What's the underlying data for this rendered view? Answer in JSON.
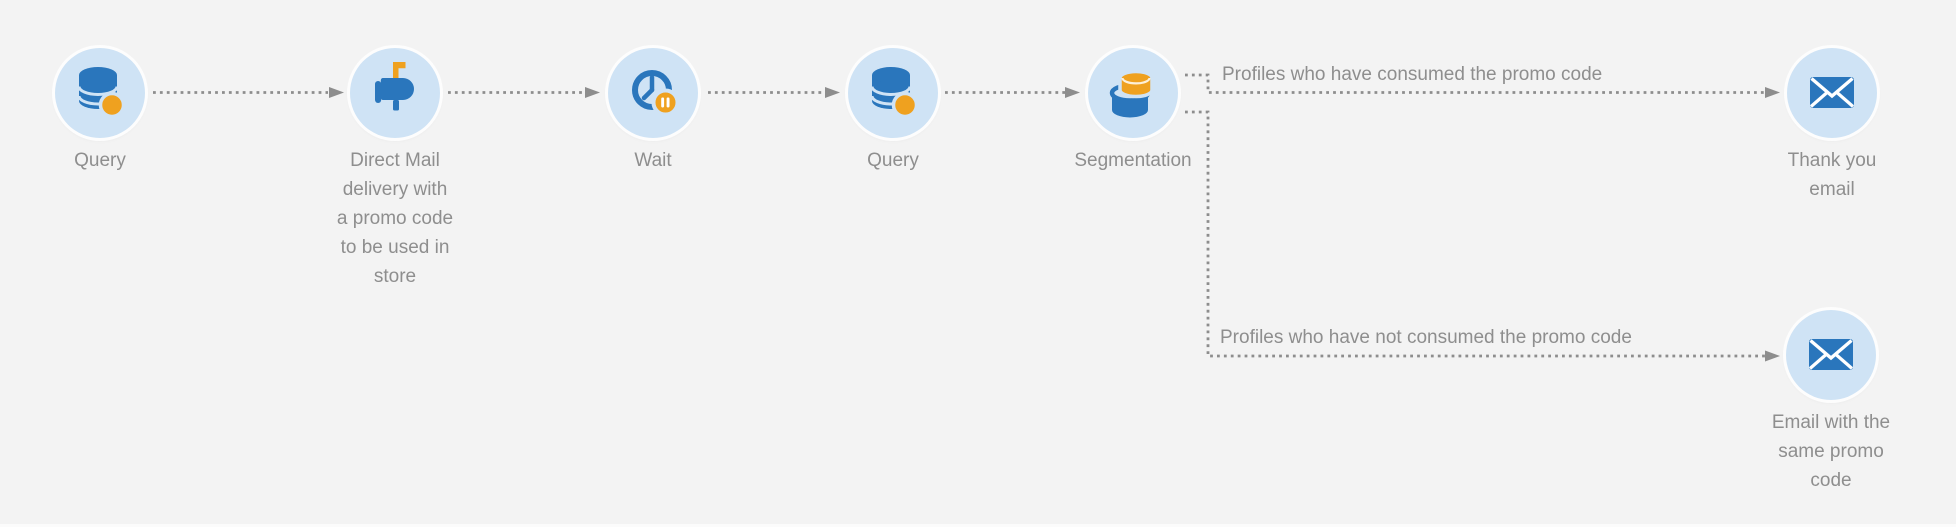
{
  "diagram": {
    "kind": "marketing-campaign-workflow",
    "colors": {
      "background": "#f3f3f3",
      "node_fill": "#cfe3f5",
      "node_ring": "#fdfdfd",
      "icon_blue": "#2a76bc",
      "icon_orange": "#efa11f",
      "connector_gray": "#8d8d8d",
      "label_gray": "#8e8e8e"
    },
    "nodes": [
      {
        "id": "query-1",
        "label": "Query",
        "icon": "database-query-icon"
      },
      {
        "id": "direct-mail",
        "label": "Direct Mail\ndelivery with\na promo code\nto be used in\nstore",
        "icon": "mailbox-icon"
      },
      {
        "id": "wait",
        "label": "Wait",
        "icon": "clock-pause-icon"
      },
      {
        "id": "query-2",
        "label": "Query",
        "icon": "database-query-icon"
      },
      {
        "id": "segmentation",
        "label": "Segmentation",
        "icon": "segmentation-cylinders-icon"
      },
      {
        "id": "thank-you-email",
        "label": "Thank you\nemail",
        "icon": "envelope-icon"
      },
      {
        "id": "email-same-promo",
        "label": "Email with the\nsame promo\ncode",
        "icon": "envelope-icon"
      }
    ],
    "transitions": [
      {
        "from": "query-1",
        "to": "direct-mail",
        "label": ""
      },
      {
        "from": "direct-mail",
        "to": "wait",
        "label": ""
      },
      {
        "from": "wait",
        "to": "query-2",
        "label": ""
      },
      {
        "from": "query-2",
        "to": "segmentation",
        "label": ""
      },
      {
        "from": "segmentation",
        "to": "thank-you-email",
        "label": "Profiles who have consumed the promo code"
      },
      {
        "from": "segmentation",
        "to": "email-same-promo",
        "label": "Profiles who have not consumed the promo code"
      }
    ]
  }
}
